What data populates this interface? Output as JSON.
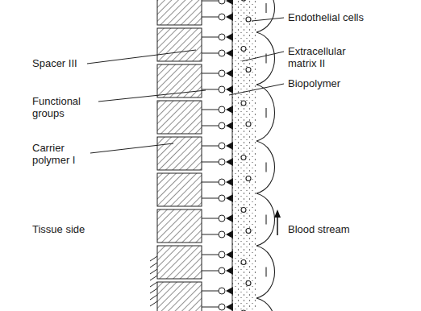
{
  "diagram": {
    "labels": [
      "Endothelial cells",
      "Spacer III",
      "Extracellular matrix II",
      "Functional groups",
      "Biopolymer",
      "Carrier polymer I",
      "Tissue side",
      "Blood stream"
    ]
  }
}
